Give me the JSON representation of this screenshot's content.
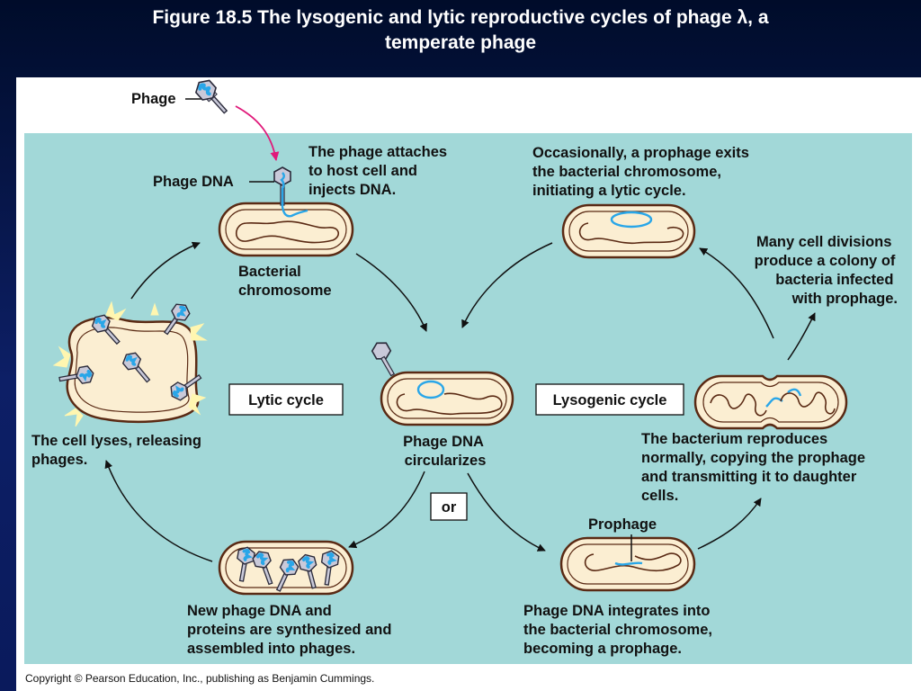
{
  "title": {
    "line1": "Figure 18.5  The lysogenic and lytic reproductive cycles of phage λ, a",
    "line2": "temperate phage"
  },
  "labels": {
    "phage": "Phage",
    "phage_dna": "Phage DNA",
    "attach": [
      "The phage attaches",
      "to host cell and",
      "injects DNA."
    ],
    "bacterial_chromosome": [
      "Bacterial",
      "chromosome"
    ],
    "occasionally": [
      "Occasionally, a prophage exits",
      "the bacterial chromosome,",
      "initiating a lytic cycle."
    ],
    "divisions": [
      "Many cell divisions",
      "produce a colony of",
      "bacteria infected",
      "with prophage."
    ],
    "lytic_cycle": "Lytic cycle",
    "lysogenic_cycle": "Lysogenic cycle",
    "lyses": [
      "The cell lyses, releasing",
      "phages."
    ],
    "circularizes": [
      "Phage DNA",
      "circularizes"
    ],
    "or": "or",
    "reproduces": [
      "The bacterium reproduces",
      "normally, copying the prophage",
      "and transmitting it to daughter",
      "cells."
    ],
    "prophage": "Prophage",
    "synthesized": [
      "New phage DNA and",
      "proteins are synthesized and",
      "assembled into phages."
    ],
    "integrates": [
      "Phage DNA integrates into",
      "the bacterial chromosome,",
      "becoming a prophage."
    ]
  },
  "copyright": "Copyright © Pearson Education, Inc., publishing as Benjamin Cummings.",
  "colors": {
    "panel_background": "#a2d8d8",
    "cell_fill": "#fbeed2",
    "cell_outline": "#5a2a14",
    "phage_dna": "#29a6e8",
    "phage_coat": "#c9c9d9",
    "injection_arrow": "#e0197a",
    "title_text": "#ffffff"
  }
}
